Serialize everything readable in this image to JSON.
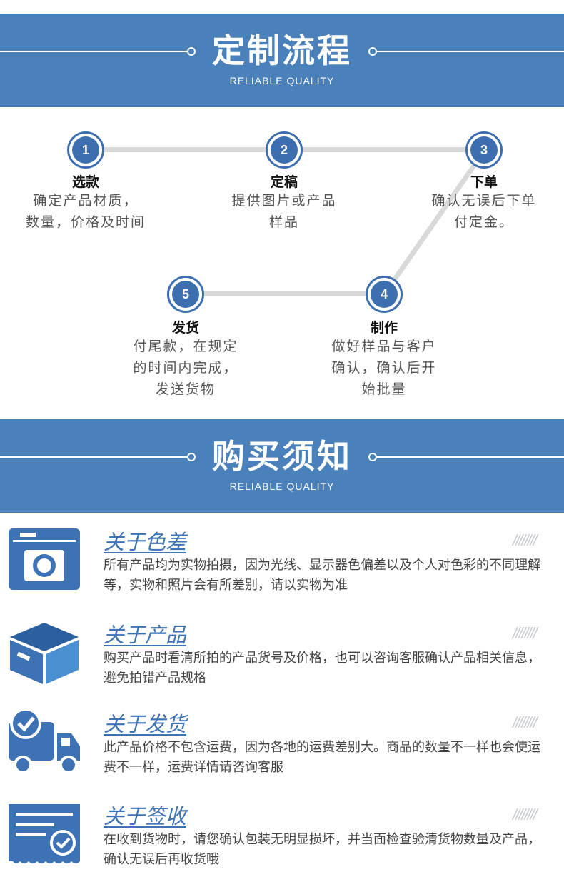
{
  "section1": {
    "title": "定制流程",
    "subtitle": "RELIABLE QUALITY",
    "steps": [
      {
        "number": "1",
        "name": "选款",
        "desc_lines": [
          "确定产品材质，",
          "数量，价格及时间"
        ]
      },
      {
        "number": "2",
        "name": "定稿",
        "desc_lines": [
          "提供图片或产品",
          "样品"
        ]
      },
      {
        "number": "3",
        "name": "下单",
        "desc_lines": [
          "确认无误后下单",
          "付定金。"
        ]
      },
      {
        "number": "4",
        "name": "制作",
        "desc_lines": [
          "做好样品与客户",
          "确认，确认后开",
          "始批量"
        ]
      },
      {
        "number": "5",
        "name": "发货",
        "desc_lines": [
          "付尾款，在规定",
          "的时间内完成，",
          "发送货物"
        ]
      }
    ]
  },
  "section2": {
    "title": "购买须知",
    "subtitle": "RELIABLE QUALITY",
    "notices": [
      {
        "icon": "camera-icon",
        "title": "关于色差",
        "slashes": "////////",
        "text": "所有产品均为实物拍摄，因为光线、显示器色偏差以及个人对色彩的不同理解等，实物和照片会有所差别，请以实物为准"
      },
      {
        "icon": "box-icon",
        "title": "关于产品",
        "slashes": "////////",
        "text": "购买产品时看清所拍的产品货号及价格，也可以咨询客服确认产品相关信息，避免拍错产品规格"
      },
      {
        "icon": "truck-icon",
        "title": "关于发货",
        "slashes": "////////",
        "text": "此产品价格不包含运费，因为各地的运费差别大。商品的数量不一样也会使运费不一样，运费详情请咨询客服"
      },
      {
        "icon": "receipt-icon",
        "title": "关于签收",
        "slashes": "////////",
        "text": "在收到货物时，请您确认包装无明显损坏，并当面检查验清货物数量及产品，确认无误后再收货哦"
      }
    ]
  },
  "colors": {
    "banner": "#4a81bb",
    "accent": "#3d6fb0",
    "connector": "#d9d9d9"
  }
}
